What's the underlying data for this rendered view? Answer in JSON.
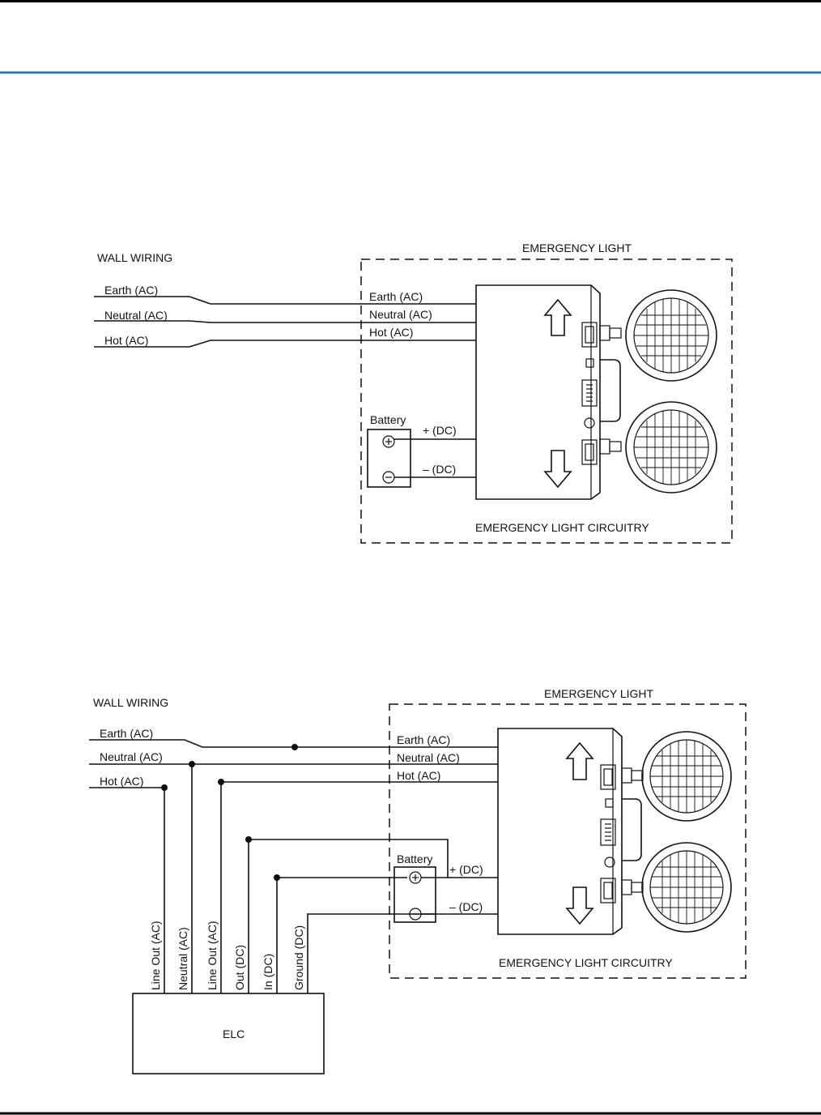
{
  "colors": {
    "rule_top": "#000000",
    "rule_blue": "#1f6fa8",
    "rule_bottom": "#000000",
    "ink": "#111111"
  },
  "diagram_top": {
    "wall_wiring_label": "WALL WIRING",
    "emergency_light_label": "EMERGENCY LIGHT",
    "circuitry_label": "EMERGENCY LIGHT CIRCUITRY",
    "wall_earth": "Earth (AC)",
    "wall_neutral": "Neutral (AC)",
    "wall_hot": "Hot (AC)",
    "light_earth": "Earth (AC)",
    "light_neutral": "Neutral (AC)",
    "light_hot": "Hot (AC)",
    "battery_label": "Battery",
    "dc_plus": "+ (DC)",
    "dc_minus": "– (DC)",
    "plus_symbol": "+",
    "minus_symbol": "−"
  },
  "diagram_bottom": {
    "wall_wiring_label": "WALL WIRING",
    "emergency_light_label": "EMERGENCY LIGHT",
    "circuitry_label": "EMERGENCY LIGHT CIRCUITRY",
    "wall_earth": "Earth (AC)",
    "wall_neutral": "Neutral (AC)",
    "wall_hot": "Hot (AC)",
    "light_earth": "Earth (AC)",
    "light_neutral": "Neutral (AC)",
    "light_hot": "Hot (AC)",
    "battery_label": "Battery",
    "dc_plus": "+ (DC)",
    "dc_minus": "– (DC)",
    "plus_symbol": "+",
    "minus_symbol": "−",
    "elc_label": "ELC",
    "elc_terminals": [
      "Line Out (AC)",
      "Neutral (AC)",
      "Line Out (AC)",
      "Out (DC)",
      "In (DC)",
      "Ground (DC)"
    ]
  },
  "icons": [
    "up-arrow-icon",
    "down-arrow-icon",
    "lamp-head-icon",
    "rocker-switch-icon",
    "test-button-icon",
    "indicator-led-icon"
  ]
}
